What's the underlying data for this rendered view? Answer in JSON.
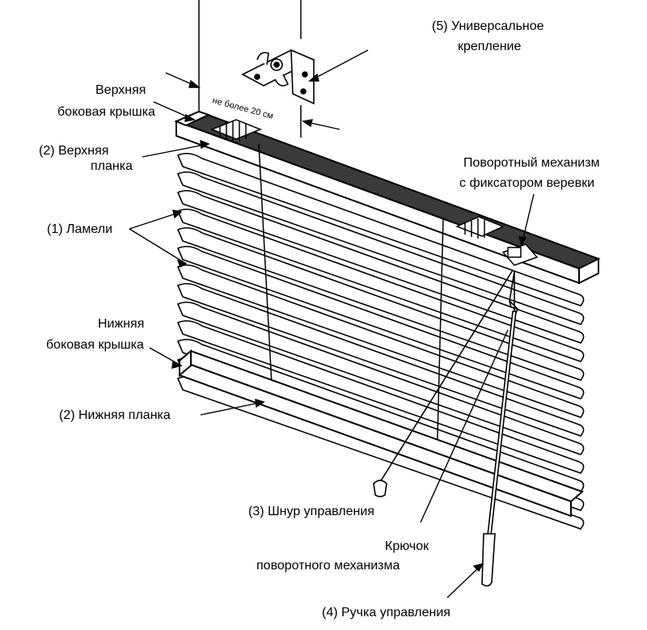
{
  "labels": {
    "universal_mount_1": "(5) Универсальное",
    "universal_mount_2": "крепление",
    "top_side_cap_1": "Верхняя",
    "top_side_cap_2": "боковая крышка",
    "top_rail_1": "(2) Верхняя",
    "top_rail_2": "планка",
    "slats": "(1) Ламели",
    "bottom_side_cap_1": "Нижняя",
    "bottom_side_cap_2": "боковая крышка",
    "bottom_rail": "(2) Нижняя планка",
    "tilt_mechanism_1": "Поворотный механизм",
    "tilt_mechanism_2": "с фиксатором веревки",
    "control_cord": "(3) Шнур управления",
    "tilt_hook_1": "Крючок",
    "tilt_hook_2": "поворотного механизма",
    "control_wand": "(4) Ручка управления",
    "max_distance": "не более 20 см"
  },
  "colors": {
    "ink": "#000000",
    "paper": "#ffffff",
    "headrail_fill": "#3a3a3a"
  }
}
